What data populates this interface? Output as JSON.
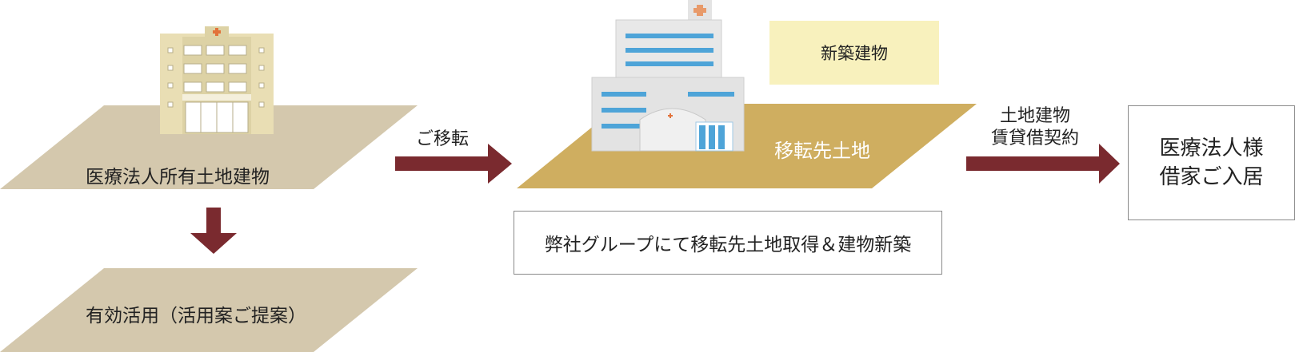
{
  "colors": {
    "land_beige": "#d4c8ad",
    "land_gold": "#cfae60",
    "arrow": "#7a2a2f",
    "note_yellow": "#f8f1bd"
  },
  "nodes": {
    "owned_land": "医療法人所有土地建物",
    "effective_use": "有効活用（活用案ご提案）",
    "new_site": "移転先土地",
    "new_building_note": "新築建物",
    "group_box": "弊社グループにて移転先土地取得＆建物新築",
    "tenant_box_line1": "医療法人様",
    "tenant_box_line2": "借家ご入居"
  },
  "edges": {
    "relocation": "ご移転",
    "lease_line1": "土地建物",
    "lease_line2": "賃貸借契約"
  },
  "icons": {
    "old_hospital": "old-hospital-building-icon",
    "new_hospital": "new-hospital-building-icon"
  }
}
